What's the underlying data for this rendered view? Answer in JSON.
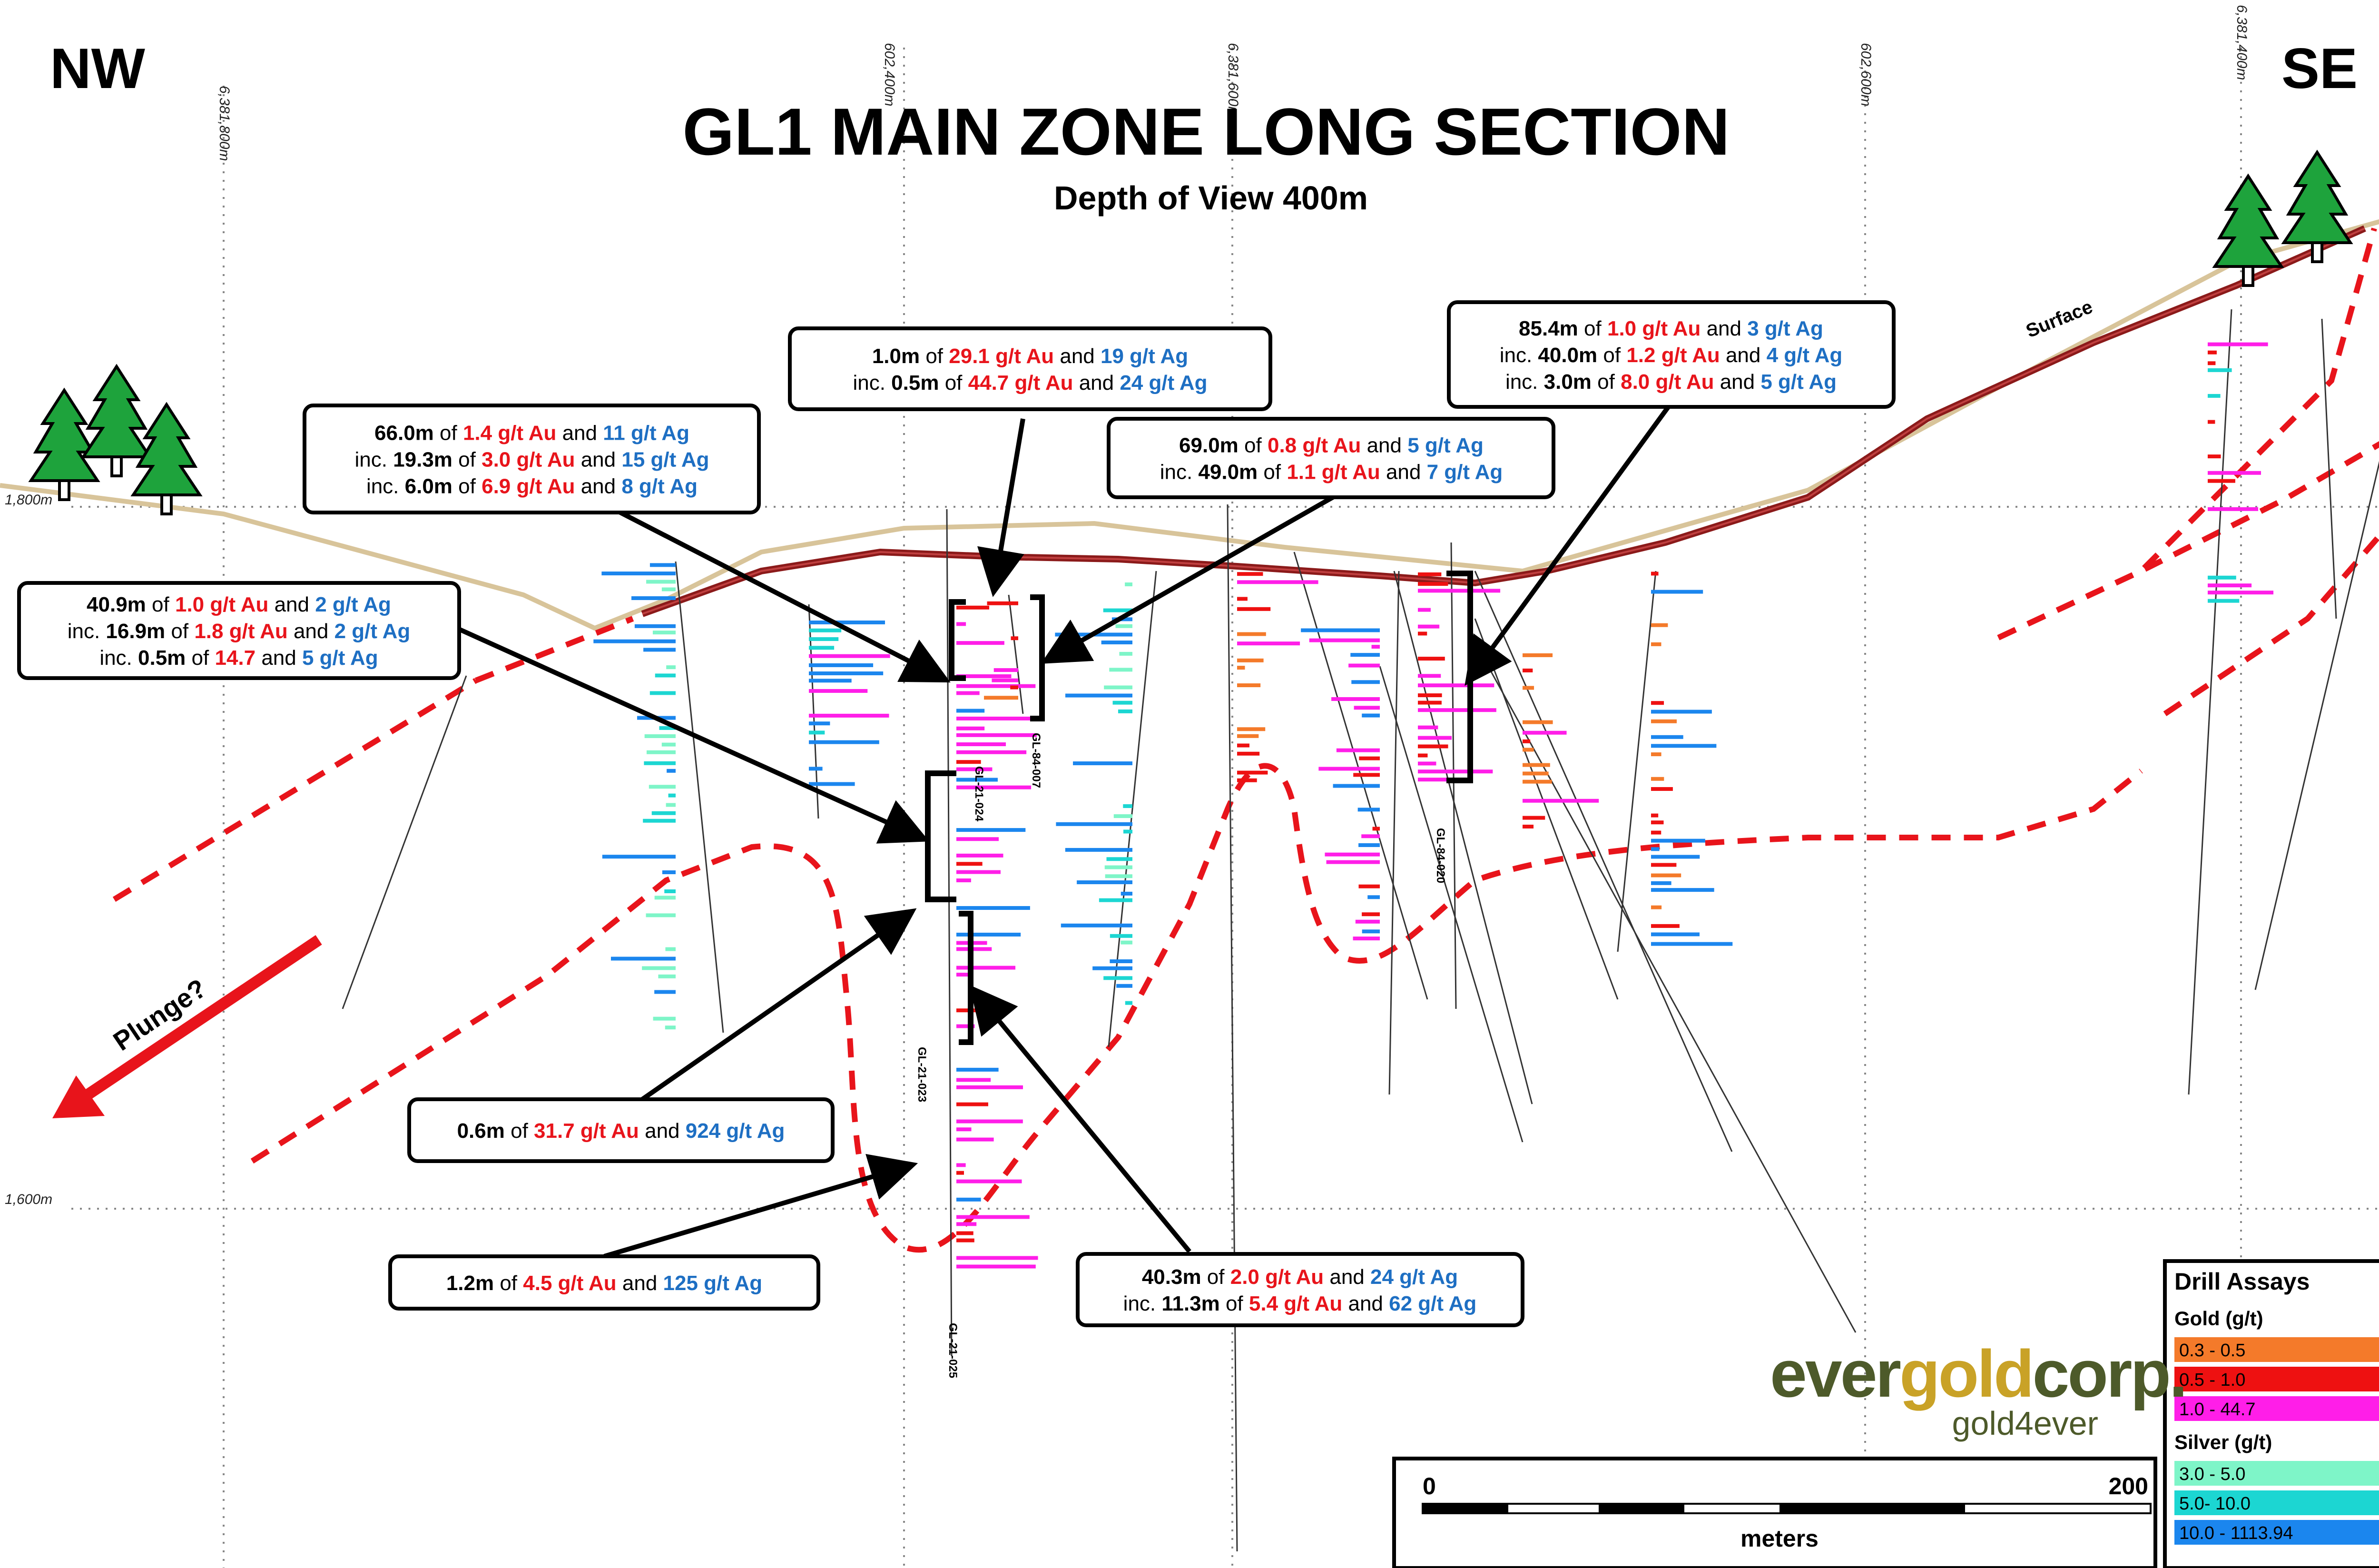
{
  "title": "GL1 MAIN ZONE LONG SECTION",
  "subtitle": "Depth of View 400m",
  "orientation": {
    "left": "NW",
    "right": "SE"
  },
  "grid_labels": {
    "vertical": [
      "6,381,800m",
      "602,400m",
      "6,381,600m",
      "602,600m",
      "6,381,400m"
    ],
    "horizontal": [
      "1,800m",
      "1,600m"
    ]
  },
  "annotations": {
    "surface": "Surface",
    "plunge": "Plunge?"
  },
  "hole_labels": [
    "GL-21-024",
    "GL-84-007",
    "GL-84-020",
    "GL-21-023",
    "GL-21-025"
  ],
  "callouts": [
    {
      "lines": [
        [
          {
            "t": "1.0m",
            "c": "k"
          },
          {
            "t": " of ",
            "c": "p"
          },
          {
            "t": "29.1 g/t Au",
            "c": "au"
          },
          {
            "t": " and ",
            "c": "p"
          },
          {
            "t": "19 g/t Ag",
            "c": "ag"
          }
        ],
        [
          {
            "t": "inc. ",
            "c": "p"
          },
          {
            "t": "0.5m",
            "c": "k"
          },
          {
            "t": " of ",
            "c": "p"
          },
          {
            "t": "44.7 g/t Au",
            "c": "au"
          },
          {
            "t": " and ",
            "c": "p"
          },
          {
            "t": "24 g/t Ag",
            "c": "ag"
          }
        ]
      ]
    },
    {
      "lines": [
        [
          {
            "t": "85.4m",
            "c": "k"
          },
          {
            "t": " of ",
            "c": "p"
          },
          {
            "t": "1.0 g/t Au",
            "c": "au"
          },
          {
            "t": " and ",
            "c": "p"
          },
          {
            "t": "3 g/t Ag",
            "c": "ag"
          }
        ],
        [
          {
            "t": "inc. ",
            "c": "p"
          },
          {
            "t": "40.0m",
            "c": "k"
          },
          {
            "t": " of ",
            "c": "p"
          },
          {
            "t": "1.2 g/t Au",
            "c": "au"
          },
          {
            "t": " and ",
            "c": "p"
          },
          {
            "t": "4 g/t Ag",
            "c": "ag"
          }
        ],
        [
          {
            "t": "inc. ",
            "c": "p"
          },
          {
            "t": "3.0m",
            "c": "k"
          },
          {
            "t": " of ",
            "c": "p"
          },
          {
            "t": "8.0 g/t Au",
            "c": "au"
          },
          {
            "t": " and ",
            "c": "p"
          },
          {
            "t": "5 g/t Ag",
            "c": "ag"
          }
        ]
      ]
    },
    {
      "lines": [
        [
          {
            "t": "66.0m",
            "c": "k"
          },
          {
            "t": " of ",
            "c": "p"
          },
          {
            "t": "1.4 g/t Au",
            "c": "au"
          },
          {
            "t": " and ",
            "c": "p"
          },
          {
            "t": "11 g/t Ag",
            "c": "ag"
          }
        ],
        [
          {
            "t": "inc. ",
            "c": "p"
          },
          {
            "t": "19.3m",
            "c": "k"
          },
          {
            "t": " of ",
            "c": "p"
          },
          {
            "t": "3.0 g/t Au",
            "c": "au"
          },
          {
            "t": " and ",
            "c": "p"
          },
          {
            "t": "15 g/t Ag",
            "c": "ag"
          }
        ],
        [
          {
            "t": "inc. ",
            "c": "p"
          },
          {
            "t": "6.0m",
            "c": "k"
          },
          {
            "t": " of ",
            "c": "p"
          },
          {
            "t": "6.9 g/t Au",
            "c": "au"
          },
          {
            "t": " and ",
            "c": "p"
          },
          {
            "t": "8 g/t Ag",
            "c": "ag"
          }
        ]
      ]
    },
    {
      "lines": [
        [
          {
            "t": "69.0m",
            "c": "k"
          },
          {
            "t": " of ",
            "c": "p"
          },
          {
            "t": "0.8 g/t Au",
            "c": "au"
          },
          {
            "t": " and ",
            "c": "p"
          },
          {
            "t": "5 g/t Ag",
            "c": "ag"
          }
        ],
        [
          {
            "t": "inc. ",
            "c": "p"
          },
          {
            "t": "49.0m",
            "c": "k"
          },
          {
            "t": " of ",
            "c": "p"
          },
          {
            "t": "1.1 g/t Au",
            "c": "au"
          },
          {
            "t": " and ",
            "c": "p"
          },
          {
            "t": "7 g/t Ag",
            "c": "ag"
          }
        ]
      ]
    },
    {
      "lines": [
        [
          {
            "t": "40.9m",
            "c": "k"
          },
          {
            "t": " of ",
            "c": "p"
          },
          {
            "t": "1.0 g/t Au",
            "c": "au"
          },
          {
            "t": "  and  ",
            "c": "p"
          },
          {
            "t": "2 g/t Ag",
            "c": "ag"
          }
        ],
        [
          {
            "t": "inc. ",
            "c": "p"
          },
          {
            "t": "16.9m",
            "c": "k"
          },
          {
            "t": " of ",
            "c": "p"
          },
          {
            "t": "1.8 g/t Au",
            "c": "au"
          },
          {
            "t": " and ",
            "c": "p"
          },
          {
            "t": "2 g/t Ag",
            "c": "ag"
          }
        ],
        [
          {
            "t": "inc. ",
            "c": "p"
          },
          {
            "t": "0.5m",
            "c": "k"
          },
          {
            "t": " of ",
            "c": "p"
          },
          {
            "t": "14.7",
            "c": "au"
          },
          {
            "t": " and ",
            "c": "p"
          },
          {
            "t": "5 g/t Ag",
            "c": "ag"
          }
        ]
      ]
    },
    {
      "lines": [
        [
          {
            "t": "0.6m",
            "c": "k"
          },
          {
            "t": " of ",
            "c": "p"
          },
          {
            "t": "31.7 g/t Au",
            "c": "au"
          },
          {
            "t": " and ",
            "c": "p"
          },
          {
            "t": "924 g/t Ag",
            "c": "ag"
          }
        ]
      ]
    },
    {
      "lines": [
        [
          {
            "t": "1.2m",
            "c": "k"
          },
          {
            "t": " of ",
            "c": "p"
          },
          {
            "t": "4.5 g/t Au",
            "c": "au"
          },
          {
            "t": " and ",
            "c": "p"
          },
          {
            "t": "125 g/t Ag",
            "c": "ag"
          }
        ]
      ]
    },
    {
      "lines": [
        [
          {
            "t": "40.3m",
            "c": "k"
          },
          {
            "t": " of ",
            "c": "p"
          },
          {
            "t": "2.0 g/t Au",
            "c": "au"
          },
          {
            "t": " and ",
            "c": "p"
          },
          {
            "t": "24 g/t Ag",
            "c": "ag"
          }
        ],
        [
          {
            "t": "inc. ",
            "c": "p"
          },
          {
            "t": "11.3m",
            "c": "k"
          },
          {
            "t": " of ",
            "c": "p"
          },
          {
            "t": "5.4 g/t Au",
            "c": "au"
          },
          {
            "t": " and ",
            "c": "p"
          },
          {
            "t": "62 g/t Ag",
            "c": "ag"
          }
        ]
      ]
    }
  ],
  "legend": {
    "title": "Drill Assays",
    "gold": {
      "label": "Gold (g/t)",
      "items": [
        {
          "range": "0.3 - 0.5",
          "color": "#f47a2a"
        },
        {
          "range": "0.5 - 1.0",
          "color": "#ee1111"
        },
        {
          "range": "1.0 - 44.7",
          "color": "#ff1ee8"
        }
      ]
    },
    "silver": {
      "label": "Silver (g/t)",
      "items": [
        {
          "range": "3.0 - 5.0",
          "color": "#7ef5c8"
        },
        {
          "range": "5.0- 10.0",
          "color": "#1cd6d2"
        },
        {
          "range": "10.0 - 1113.94",
          "color": "#1b86ee"
        }
      ]
    }
  },
  "logo": {
    "part1": "ever",
    "part2": "gold",
    "part3": "corp.",
    "tagline": "gold4ever"
  },
  "scale_bar": {
    "start": "0",
    "end": "200",
    "unit": "meters"
  },
  "colors": {
    "surface_line": "#8b1a1a",
    "topo": "#d8c49a",
    "zone_outline": "#e8141b",
    "au": "#e8141b",
    "ag": "#1e6fc3",
    "tree": "#1ea33c"
  }
}
